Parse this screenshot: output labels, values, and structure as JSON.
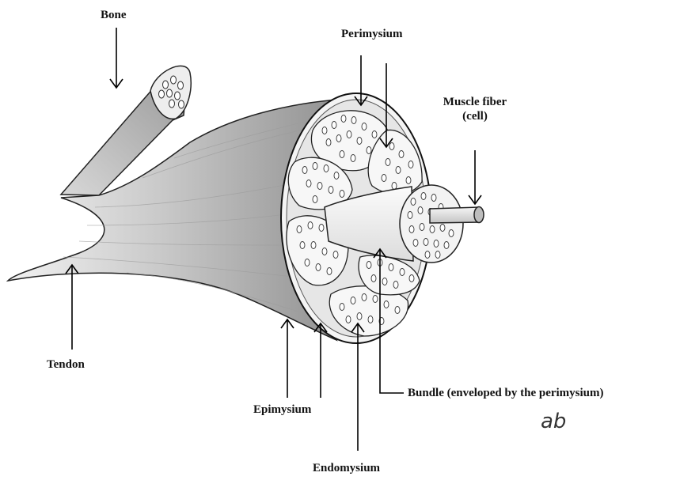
{
  "labels": {
    "bone": "Bone",
    "perimysium": "Perimysium",
    "muscle_fiber_line1": "Muscle fiber",
    "muscle_fiber_line2": "(cell)",
    "tendon": "Tendon",
    "epimysium": "Epimysium",
    "bundle": "Bundle (enveloped by the perimysium)",
    "endomysium": "Endomysium"
  },
  "signature": "ab"
}
